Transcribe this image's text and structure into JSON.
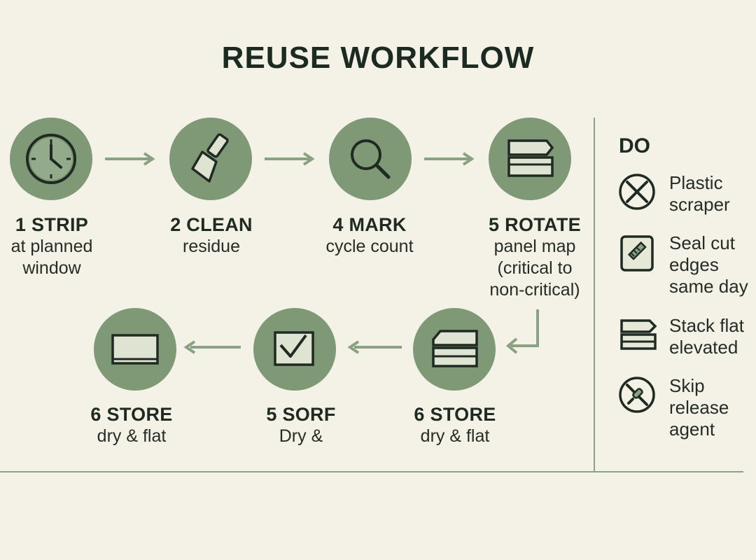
{
  "title": "REUSE WORKFLOW",
  "steps": [
    {
      "icon": "clock-icon",
      "title": "1 STRIP",
      "desc": [
        "at planned",
        "window"
      ]
    },
    {
      "icon": "scraper-icon",
      "title": "2 CLEAN",
      "desc": [
        "residue"
      ]
    },
    {
      "icon": "magnifier-icon",
      "title": "4 MARK",
      "desc": [
        "cycle count"
      ]
    },
    {
      "icon": "panels-icon",
      "title": "5 ROTATE",
      "desc": [
        "panel map",
        "(critical to",
        "non-critical)"
      ]
    },
    {
      "icon": "stacked-panels-icon",
      "title": "6 STORE",
      "desc": [
        "dry & flat"
      ]
    },
    {
      "icon": "checkbox-icon",
      "title": "5 SORF",
      "desc": [
        "Dry &"
      ]
    },
    {
      "icon": "panel-icon",
      "title": "6 STORE",
      "desc": [
        "dry & flat"
      ]
    }
  ],
  "side": {
    "heading": "DO",
    "items": [
      {
        "icon": "no-tool-icon",
        "lines": [
          "Plastic",
          "scraper"
        ]
      },
      {
        "icon": "brush-sealant-icon",
        "lines": [
          "Seal cut",
          "edges",
          "same day"
        ]
      },
      {
        "icon": "stack-flat-icon",
        "lines": [
          "Stack flat",
          "elevated"
        ]
      },
      {
        "icon": "no-spray-icon",
        "lines": [
          "Skip",
          "release",
          "agent"
        ]
      }
    ]
  },
  "colors": {
    "circle": "#7f9876",
    "line": "#8aa184",
    "background": "#f4f1e6",
    "ink": "#1f2a22"
  }
}
